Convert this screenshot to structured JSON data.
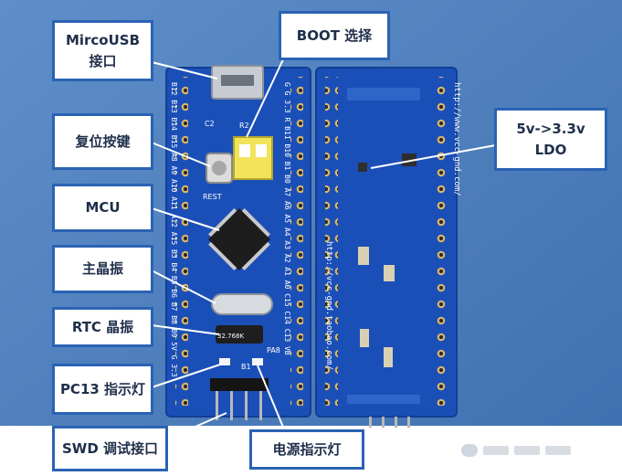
{
  "image": {
    "description_colors": {
      "background": "#4b7fbe",
      "pcb": "#1b4fb8",
      "callout_border": "#2a63b3",
      "callout_text": "#1f2f4a"
    }
  },
  "callouts": {
    "usb": {
      "line1": "MircoUSB",
      "line2": "接口"
    },
    "boot": {
      "line1": "BOOT 选择"
    },
    "reset": {
      "line1": "复位按键"
    },
    "mcu": {
      "line1": "MCU"
    },
    "crystal": {
      "line1": "主晶振"
    },
    "rtc": {
      "line1": "RTC 晶振"
    },
    "pc13": {
      "line1": "PC13 指示灯"
    },
    "swd": {
      "line1": "SWD 调试接口"
    },
    "power": {
      "line1": "电源指示灯"
    },
    "ldo": {
      "line1": "5v->3.3v",
      "line2": "LDO"
    }
  },
  "board": {
    "url_front": "http://www.vcc-gnd.com/",
    "url_back": "http://vcc-gnd.taobao.com/",
    "left_pins": "B12 B13 B14 B15 A8 A9 A10 A11 A12 A15 B3 B4 B5 B6 B7 B8 B9 5V G 3.3",
    "right_pins": "G G 3.3 R B11 B10 B1 B0 A7 A6 A5 A4 A3 A2 A1 A0 C15 C14 C13 VB",
    "labels": {
      "reset": "REST",
      "c2": "C2",
      "r2": "R2",
      "pa8": "PA8",
      "crystal": "32.768K",
      "b1": "B1"
    }
  }
}
